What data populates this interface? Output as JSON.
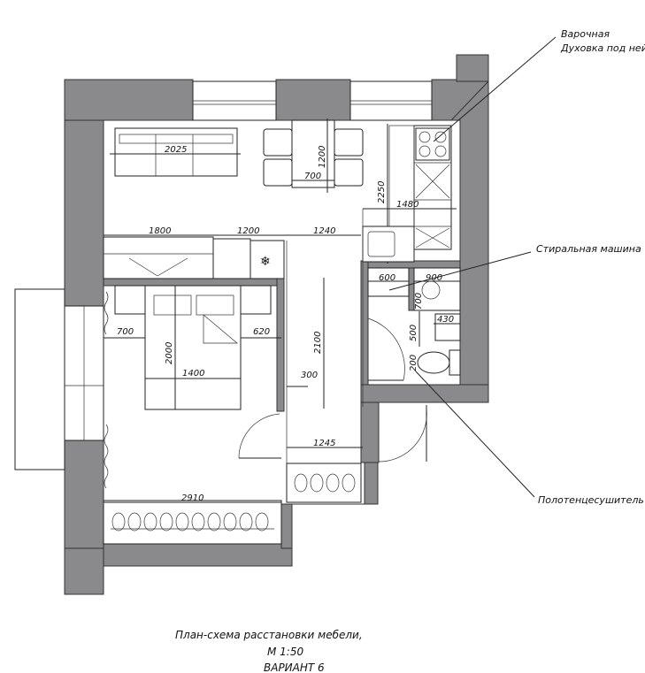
{
  "labels": {
    "stove_line1": "Варочная",
    "stove_line2": "Духовка под ней",
    "washer": "Стиральная машина",
    "towel": "Полотенцесушитель"
  },
  "dimensions": {
    "sofa": "2025",
    "table_depth": "1200",
    "table_width": "700",
    "kitchen_length": "2250",
    "kitchen_bottom": "1480",
    "wardrobe": "1800",
    "fridge": "1200",
    "corridor": "1240",
    "sink": "600",
    "washer_w": "900",
    "washer_d": "700",
    "wc_basin": "430",
    "wc_gap": "500",
    "wc_small": "200",
    "bed_left": "700",
    "bed_right": "620",
    "bed_length": "2000",
    "bed_width": "1400",
    "hall_length": "2100",
    "hall_gap": "300",
    "hall_width": "1245",
    "bedroom_width": "2910"
  },
  "caption": {
    "line1": "План-схема расстановки мебели,",
    "line2": "М 1:50",
    "line3": "ВАРИАНТ 6"
  },
  "colors": {
    "wall": "#8a8a8c",
    "line": "#222222"
  }
}
